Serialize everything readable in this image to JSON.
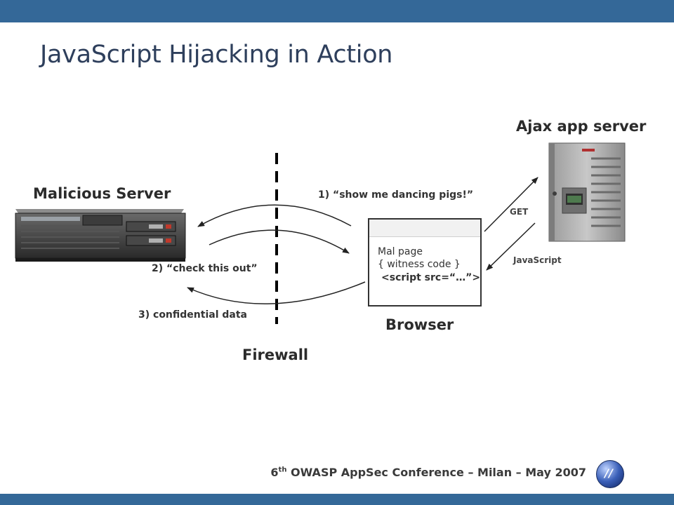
{
  "slide": {
    "title": "JavaScript Hijacking in Action"
  },
  "diagram": {
    "nodes": {
      "malicious_server": "Malicious Server",
      "ajax_server": "Ajax app server",
      "browser": "Browser",
      "firewall": "Firewall"
    },
    "browser_page": {
      "line1": "Mal page",
      "line2": "{ witness code }",
      "line3": "<script src=“…”>"
    },
    "steps": {
      "step1": "1) “show me dancing pigs!”",
      "step2": "2) “check this out”",
      "step3": "3) confidential data"
    },
    "edges": {
      "get": "GET",
      "javascript": "JavaScript"
    }
  },
  "footer": {
    "prefix": "6",
    "superscript": "th",
    "text": " OWASP AppSec Conference – Milan – May 2007"
  },
  "colors": {
    "header_bar": "#346898",
    "title": "#2e3f5c"
  }
}
